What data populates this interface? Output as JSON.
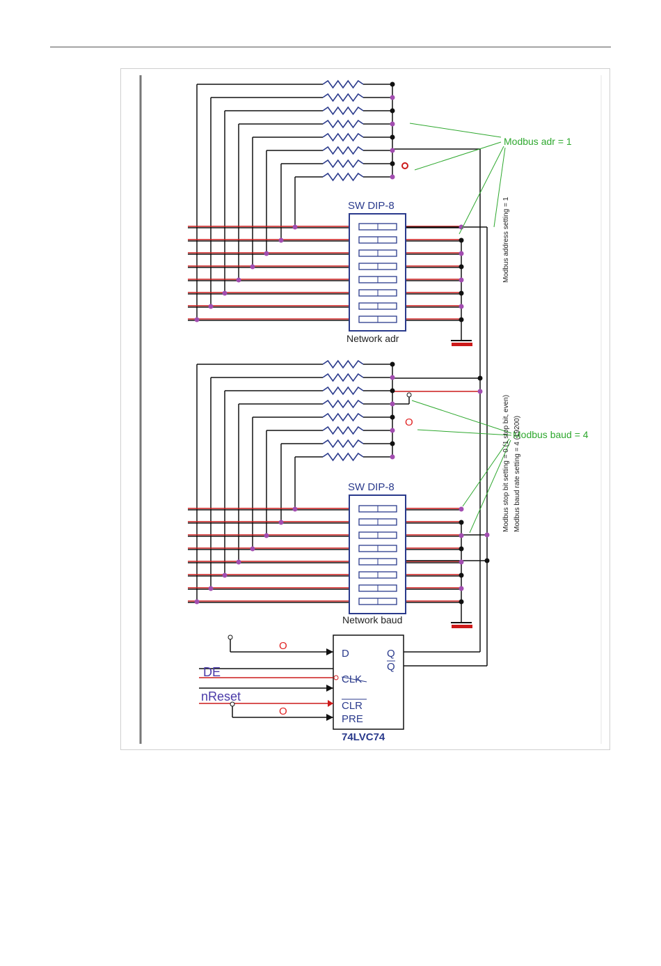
{
  "schematic": {
    "top_switch": {
      "title": "SW DIP-8",
      "caption": "Network adr",
      "note": "Modbus adr = 1",
      "vertical_note": "Modbus address setting = 1"
    },
    "bottom_switch": {
      "title": "SW DIP-8",
      "caption": "Network baud",
      "note": "Modbus baud = 4",
      "vertical_note_1": "Modbus stop bit setting = 0 (1 stop bit, even)",
      "vertical_note_2": "Modbus baud rate setting = 4 (19200)"
    },
    "flipflop": {
      "name": "74LVC74",
      "pins": {
        "d": "D",
        "q": "Q",
        "q_bar": "Q",
        "clk": "CLK",
        "clr": "CLR",
        "pre": "PRE"
      },
      "signals": {
        "de": "DE",
        "nreset": "nReset"
      },
      "open_mark": "O"
    },
    "open_mark": "O",
    "colors": {
      "wire": "#111111",
      "red_wire": "#cc1a1a",
      "dot": "#a24db0",
      "green": "#2ea82e",
      "chip_blue": "#2a3a8c"
    }
  }
}
